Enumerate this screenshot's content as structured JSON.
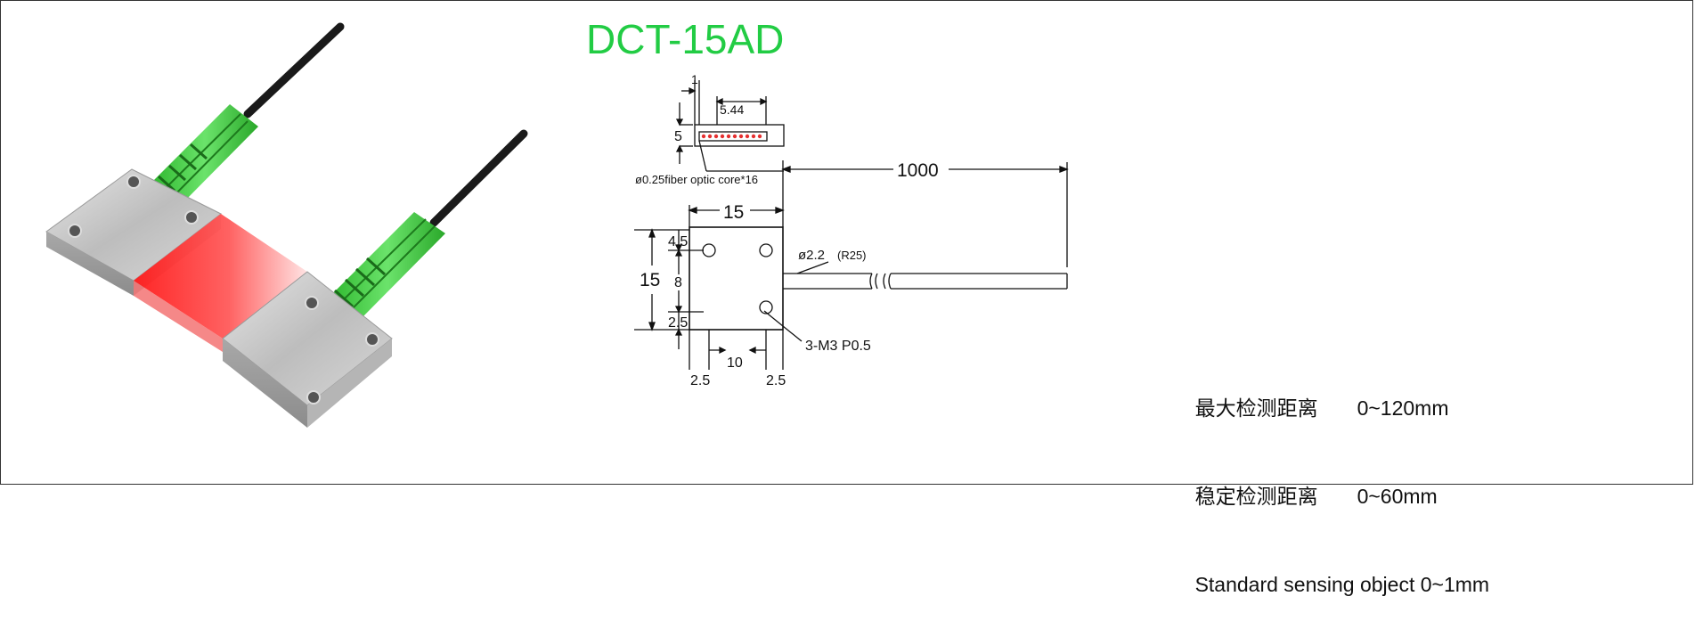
{
  "title": "DCT-15AD",
  "title_color": "#22cc44",
  "drawing": {
    "dim_1": "1",
    "dim_5_44": "5.44",
    "dim_5": "5",
    "fiber_core": "ø0.25fiber optic core*16",
    "dim_1000": "1000",
    "dim_15_top": "15",
    "dim_15_side": "15",
    "dim_4_5": "4.5",
    "dim_8": "8",
    "dim_2_5_side": "2.5",
    "cable_dia": "ø2.2",
    "cable_radius": "(R25)",
    "screw": "3-M3 P0.5",
    "dim_10": "10",
    "dim_2_5_left": "2.5",
    "dim_2_5_right": "2.5"
  },
  "specs": [
    {
      "label": "最大检测距离",
      "value": "0~120mm"
    },
    {
      "label": "稳定检测距离",
      "value": "0~60mm"
    },
    {
      "label": "",
      "value": "Standard sensing object 0~1mm"
    }
  ],
  "colors": {
    "cable": "#1a1a1a",
    "sleeve": "#3dcc3d",
    "block": "#c8c8c8",
    "beam": "#ff2a2a",
    "fiber_dot": "#e53030"
  }
}
